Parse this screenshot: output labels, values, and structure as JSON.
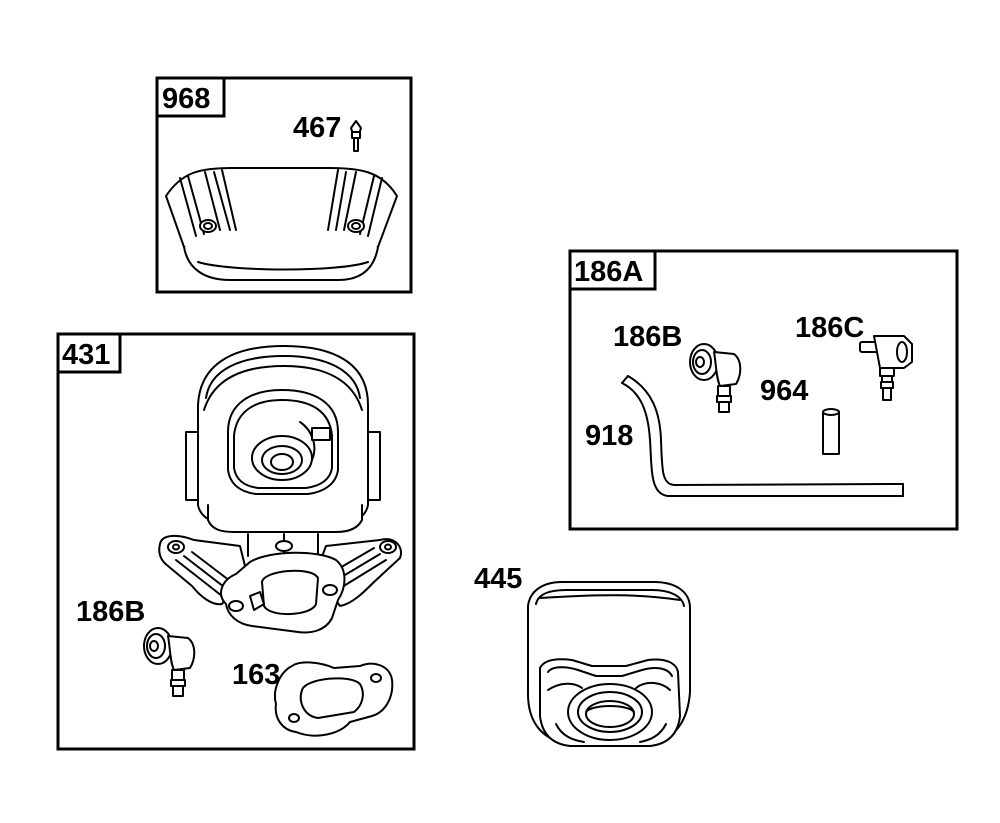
{
  "groups": {
    "g968": {
      "tag": "968"
    },
    "g186a": {
      "tag": "186A"
    },
    "g431": {
      "tag": "431"
    }
  },
  "labels": {
    "p467": "467",
    "p186b_top": "186B",
    "p186c": "186C",
    "p964": "964",
    "p918": "918",
    "p186b_left": "186B",
    "p163": "163",
    "p445": "445"
  }
}
